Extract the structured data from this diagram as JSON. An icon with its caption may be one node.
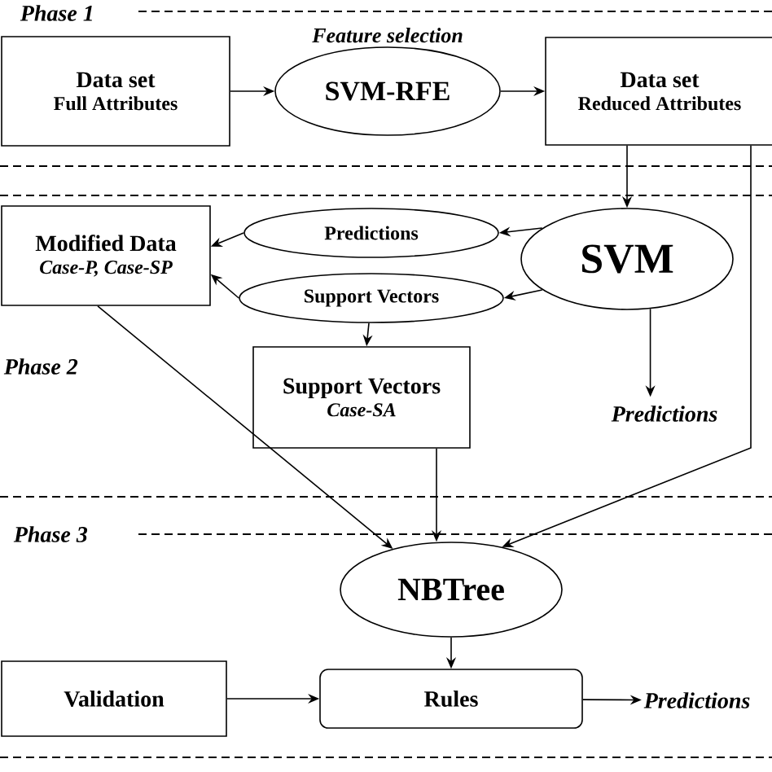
{
  "diagram": {
    "nodes": [
      {
        "text": [
          "Data set",
          "Full Attributes"
        ]
      },
      {
        "text": [
          "SVM-RFE"
        ],
        "beside": [
          "Feature selection"
        ]
      },
      {
        "text": [
          "Data set",
          "Reduced Attributes"
        ]
      },
      {
        "text": [
          "Predictions"
        ]
      },
      {
        "text": [
          "Modified Data",
          "Case-P, Case-SP"
        ]
      },
      {
        "text": [
          "SVM"
        ]
      },
      {
        "text": [
          "Support Vectors"
        ]
      },
      {
        "text": [
          "Support Vectors",
          "Case-SA"
        ]
      },
      {
        "text": [
          "Predictions"
        ]
      },
      {
        "text": [
          "NBTree"
        ]
      },
      {
        "text": [
          "Validation"
        ]
      },
      {
        "text": [
          "Rules"
        ]
      },
      {
        "text": [
          "Predictions"
        ]
      }
    ],
    "edges": [
      {
        "from": 0,
        "to": 1,
        "arrow": "to"
      },
      {
        "from": 1,
        "to": 2,
        "arrow": "to"
      },
      {
        "from": 2,
        "to": 5,
        "arrow": "to"
      },
      {
        "from": 2,
        "to": 9,
        "arrow": "to"
      },
      {
        "from": 5,
        "to": 3,
        "arrow": "to"
      },
      {
        "from": 5,
        "to": 6,
        "arrow": "to"
      },
      {
        "from": 3,
        "to": 4,
        "arrow": "to"
      },
      {
        "from": 6,
        "to": 4,
        "arrow": "to"
      },
      {
        "from": 6,
        "to": 7,
        "arrow": "to"
      },
      {
        "from": 4,
        "to": 9,
        "arrow": "to"
      },
      {
        "from": 7,
        "to": 9,
        "arrow": "to"
      },
      {
        "from": 5,
        "to": 8,
        "arrow": "to"
      },
      {
        "from": 9,
        "to": 11,
        "arrow": "to"
      },
      {
        "from": 10,
        "to": 11,
        "arrow": "to"
      },
      {
        "from": 11,
        "to": 12,
        "arrow": "to"
      }
    ],
    "labels": [
      "Phase 1",
      "Phase 2",
      "Phase 3"
    ]
  }
}
